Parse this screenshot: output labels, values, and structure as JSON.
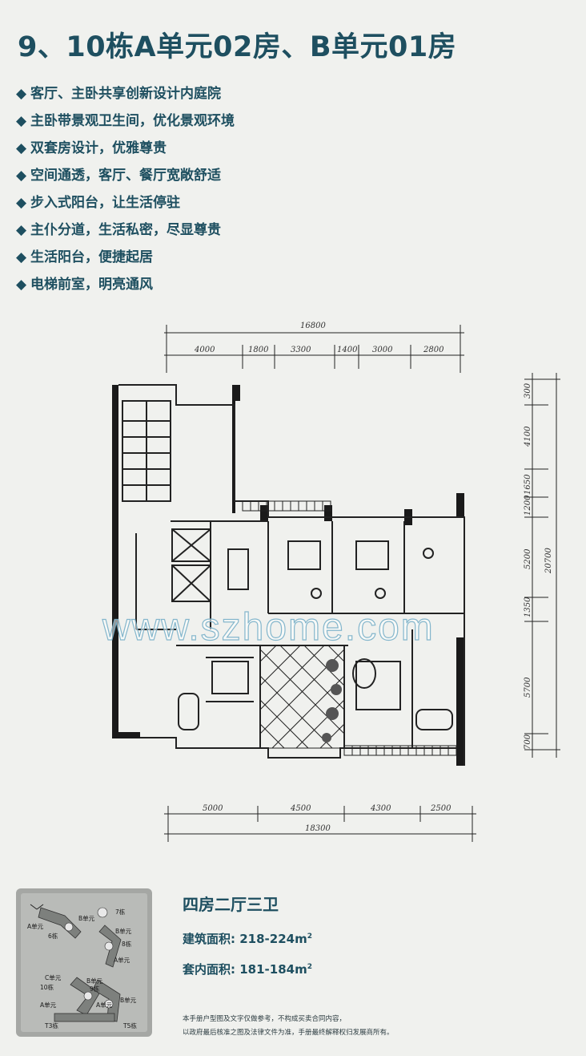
{
  "title": "9、10栋A单元02房、B单元01房",
  "features": [
    "客厅、主卧共享创新设计内庭院",
    "主卧带景观卫生间，优化景观环境",
    "双套房设计，优雅尊贵",
    "空间通透，客厅、餐厅宽敞舒适",
    "步入式阳台，让生活停驻",
    "主仆分道，生活私密，尽显尊贵",
    "生活阳台，便捷起居",
    "电梯前室，明亮通风"
  ],
  "bullet": "◆",
  "plan": {
    "top_total": "16800",
    "top_dims": [
      "4000",
      "1800",
      "3300",
      "1400",
      "3000",
      "2800"
    ],
    "bottom_total": "18300",
    "bottom_dims": [
      "5000",
      "4500",
      "4300",
      "2500"
    ],
    "right_total": "20700",
    "right_dims": [
      "300",
      "4100",
      "1650",
      "1200",
      "5200",
      "1350",
      "5700",
      "700"
    ]
  },
  "watermark": "www.szhome.com",
  "keymap": {
    "labels": [
      "7栋",
      "B单元",
      "A单元",
      "6栋",
      "B单元",
      "8栋",
      "A单元",
      "C单元",
      "B单元",
      "10栋",
      "9栋",
      "A单元",
      "A单元",
      "B单元",
      "T3栋",
      "T5栋"
    ]
  },
  "unit_type": "四房二厅三卫",
  "gross_area": "建筑面积: 218-224m",
  "net_area": "套内面积: 181-184m",
  "area_sup": "2",
  "disclaimer": [
    "本手册户型图及文字仅做参考，不构成买卖合同内容，",
    "以政府最后核准之图及法律文件为准，手册最终解释权归发展商所有。"
  ]
}
